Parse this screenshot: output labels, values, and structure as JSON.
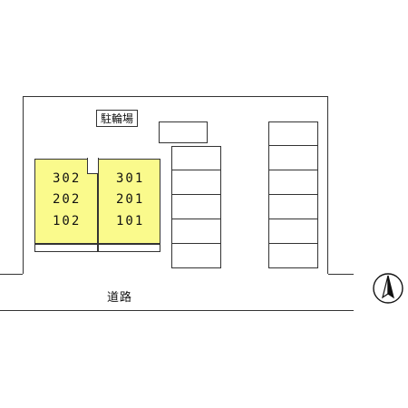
{
  "labels": {
    "bicycle_parking": "駐輪場",
    "road": "道路"
  },
  "units": {
    "left": [
      "302",
      "202",
      "102"
    ],
    "right": [
      "301",
      "201",
      "101"
    ]
  },
  "parking": {
    "left_column_spaces": 5,
    "right_column_spaces": 6
  },
  "colors": {
    "building_fill": "#fafa8c",
    "line": "#333333"
  },
  "icons": {
    "compass": "north-arrow-icon"
  }
}
